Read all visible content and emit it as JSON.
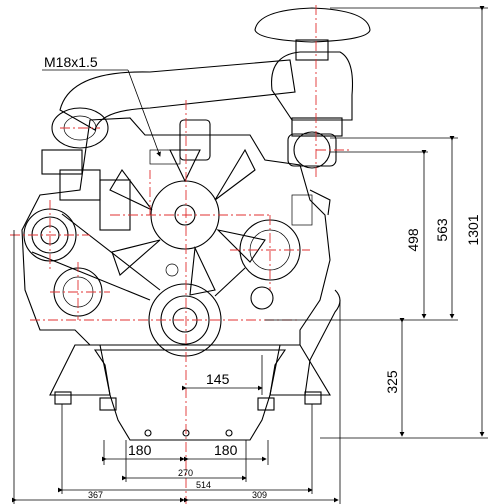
{
  "drawing": {
    "thread_callout": "M18x1.5",
    "dimensions": {
      "d1301": "1301",
      "d563": "563",
      "d498": "498",
      "d325": "325",
      "d145": "145",
      "d180_left": "180",
      "d180_right": "180",
      "d270": "270",
      "d514": "514",
      "d367": "367",
      "d309": "309"
    },
    "colors": {
      "linework": "#000000",
      "centerline": "#e03030",
      "background": "#ffffff"
    }
  }
}
